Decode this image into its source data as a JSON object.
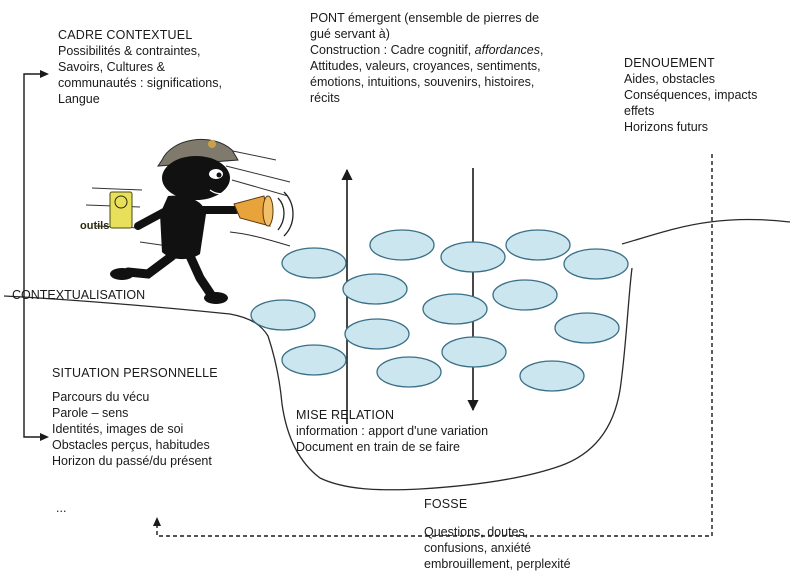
{
  "cadre": {
    "title": "CADRE CONTEXTUEL",
    "lines": [
      "Possibilités & contraintes,",
      "Savoirs, Cultures &",
      "communautés : significations,",
      "Langue"
    ]
  },
  "pont": {
    "lines": [
      "PONT émergent (ensemble de pierres de",
      "gué servant à)"
    ],
    "construction_prefix": "Construction : Cadre cognitif, ",
    "construction_italic": "affordances",
    "construction_suffix": ",",
    "more_lines": [
      "Attitudes, valeurs, croyances, sentiments,",
      "émotions, intuitions, souvenirs, histoires,",
      "récits"
    ]
  },
  "denouement": {
    "title": "DENOUEMENT",
    "lines": [
      "Aides, obstacles",
      "Conséquences, impacts",
      "effets",
      "Horizons futurs"
    ]
  },
  "tool_label": "outils",
  "contextualisation_label": "CONTEXTUALISATION",
  "situation": {
    "title": "SITUATION PERSONNELLE",
    "lines": [
      "Parcours du vécu",
      "Parole – sens",
      "Identités, images de soi",
      "Obstacles perçus, habitudes",
      "Horizon du passé/du présent"
    ],
    "ellipsis": "..."
  },
  "mise_relation": {
    "title": "MISE RELATION",
    "lines": [
      "information : apport d'une variation",
      "Document en train de se faire"
    ]
  },
  "fosse": {
    "title": "FOSSE",
    "lines": [
      "Questions, doutes,",
      "confusions, anxiété",
      "embrouillement, perplexité"
    ]
  },
  "colors": {
    "stone_fill": "#cbe6ef",
    "stone_stroke": "#3a6f86",
    "ink": "#1a1a1a",
    "character_body": "#111111",
    "horn": "#e8a33a",
    "tool_box": "#e8e05a"
  }
}
